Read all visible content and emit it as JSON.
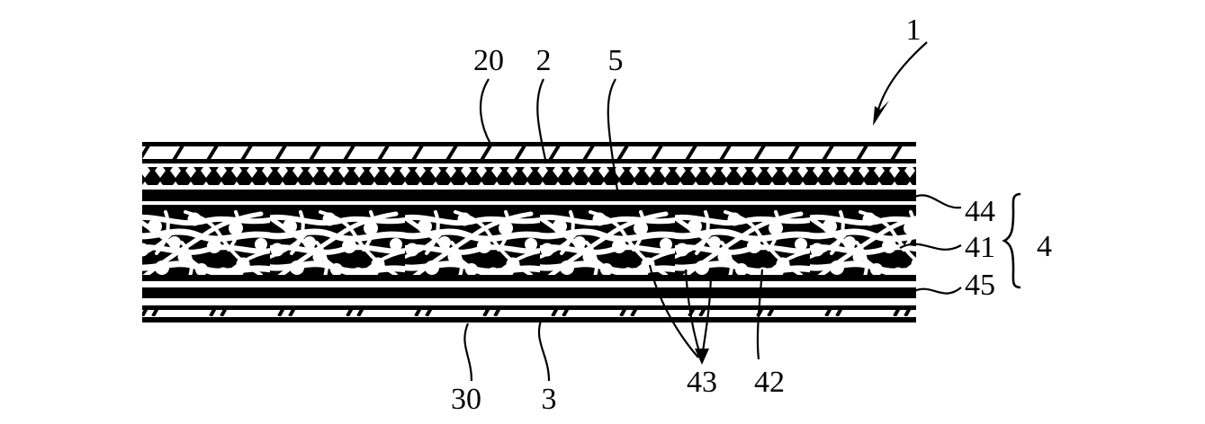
{
  "figure": {
    "type": "patent-cross-section-diagram",
    "description": "Layered laminate cross-section with fibrous core containing particles",
    "assembly_label": "1"
  },
  "labels": {
    "assembly": "1",
    "top_surface_layer": "20",
    "second_layer": "2",
    "third_layer": "5",
    "core_upper": "44",
    "core_fiber": "41",
    "core_lower": "45",
    "core_group": "4",
    "particles": "43",
    "lower_sheet": "42",
    "bottom_surface_layer": "30",
    "bottom_layer": "3"
  },
  "layer_stack": [
    {
      "ref": "20",
      "name": "top-hatched-layer",
      "fill": "diagonal-slash"
    },
    {
      "ref": "2",
      "name": "woven-crosshatch-layer",
      "fill": "woven-x"
    },
    {
      "ref": "5",
      "name": "solid-bar-layer",
      "fill": "solid"
    },
    {
      "ref": "44",
      "name": "core-upper-boundary",
      "fill": "solid-edge"
    },
    {
      "ref": "41",
      "name": "fibrous-core-layer",
      "fill": "entangled-fibers-with-particles"
    },
    {
      "ref": "45",
      "name": "core-lower-boundary",
      "fill": "solid-edge"
    },
    {
      "ref": "42",
      "name": "lower-solid-bar",
      "fill": "solid"
    },
    {
      "ref": "3",
      "name": "bottom-slash-layer",
      "fill": "double-slash"
    },
    {
      "ref": "30",
      "name": "bottom-surface",
      "fill": "line"
    }
  ],
  "colors": {
    "ink": "#000000",
    "background": "#ffffff"
  }
}
